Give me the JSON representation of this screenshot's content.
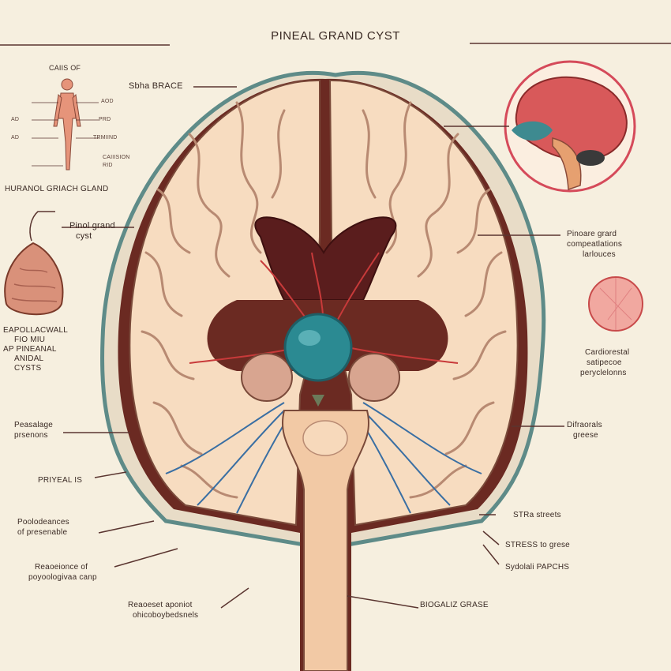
{
  "title": "PINEAL GRAND CYST",
  "labels": {
    "sbha_brace": "Sbha BRACE",
    "cause_of": "CAIIS OF",
    "human_gland": "HURANOL GRIACH GLAND",
    "pinol_grand_cyst": [
      "Pinol grand",
      "cyst"
    ],
    "apical_grand": [
      "EAPOLLACWALL",
      "FIO  MIU",
      "AP PINEANAL",
      "ANIDAL",
      "CYSTS"
    ],
    "passage_presence": [
      "Peasalage",
      "prsenons"
    ],
    "physeal": "PRIYEAL IS",
    "pseudo_presence": [
      "Poolodeances",
      "of presenable"
    ],
    "reactance_psychologica": [
      "Reaoeionce of",
      "poyoologivaa canp"
    ],
    "reaosest_apricot": [
      "Reaoeset aponiot",
      "ohicoboybedsnels"
    ],
    "pinoare_grard": [
      "Pinoare grard",
      "compeatlations",
      "larlouces"
    ],
    "cardioroetal": [
      "Cardiorestal",
      "satipecoe",
      "peryclelonns"
    ],
    "diffraorals_greese": [
      "Difraorals",
      "greese"
    ],
    "stira_streets": "STRa streets",
    "stress_to_grese": "STRESS to grese",
    "sydolali_papchs": "Sydolali PAPCHS",
    "biogaliz_grase": "BIOGALIZ GRASE",
    "body_side_labels": [
      "AD",
      "AD",
      "AOD",
      "PRD",
      "TRMIIND",
      "CAIIISION",
      "RID"
    ]
  },
  "colors": {
    "background": "#f6efdf",
    "brain_fill": "#f7dcc0",
    "brain_outline": "#5e8b88",
    "cavity": "#5a1d1d",
    "cyst": "#2b8a92",
    "artery": "#c83a3a",
    "vein": "#3a6fa3",
    "lobe": "#c99a88"
  },
  "icons": [
    "human-body-icon",
    "pineal-gland-icon",
    "brain-sagittal-icon",
    "cross-section-icon",
    "pineal-cyst-icon",
    "brainstem-icon"
  ]
}
